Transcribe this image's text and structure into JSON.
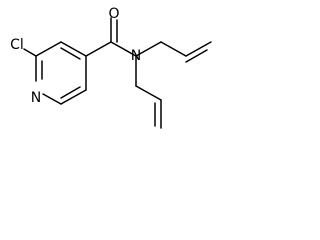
{
  "diagram": {
    "type": "chemical-structure",
    "atom_labels": {
      "chlorine": "Cl",
      "ring_nitrogen": "N",
      "amide_nitrogen": "N",
      "carbonyl_oxygen": "O"
    },
    "colors": {
      "bond": "#000000",
      "label": "#000000",
      "background": "#ffffff"
    }
  }
}
